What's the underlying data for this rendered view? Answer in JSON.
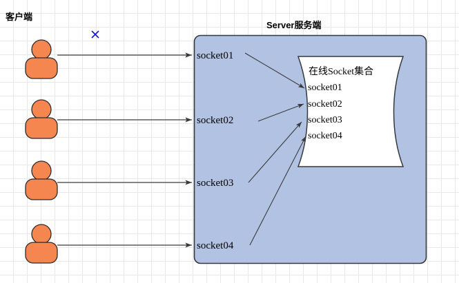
{
  "diagram": {
    "client_section": {
      "title": "客户端",
      "actors": [
        {
          "name": "client-actor-1"
        },
        {
          "name": "client-actor-2"
        },
        {
          "name": "client-actor-3"
        },
        {
          "name": "client-actor-4"
        }
      ]
    },
    "server_section": {
      "title": "Server服务端",
      "socket_endpoints": [
        {
          "label": "socket01"
        },
        {
          "label": "socket02"
        },
        {
          "label": "socket03"
        },
        {
          "label": "socket04"
        }
      ],
      "socket_collection": {
        "title": "在线Socket集合",
        "items": [
          {
            "label": "socket01"
          },
          {
            "label": "socket02"
          },
          {
            "label": "socket03"
          },
          {
            "label": "socket04"
          }
        ]
      }
    },
    "cursor_mark": {
      "symbol": "✕"
    },
    "colors": {
      "actor_fill": "#F5864F",
      "actor_stroke": "#2B2B2B",
      "server_fill": "#B2C2E3",
      "server_stroke": "#33383D",
      "collection_fill": "#FFFFFF",
      "collection_stroke": "#33383D",
      "connector_stroke": "#3A3A3A",
      "cursor_color": "#1515C8",
      "grid_minor": "#E8E8E8",
      "grid_major": "#D4D4D4"
    }
  }
}
